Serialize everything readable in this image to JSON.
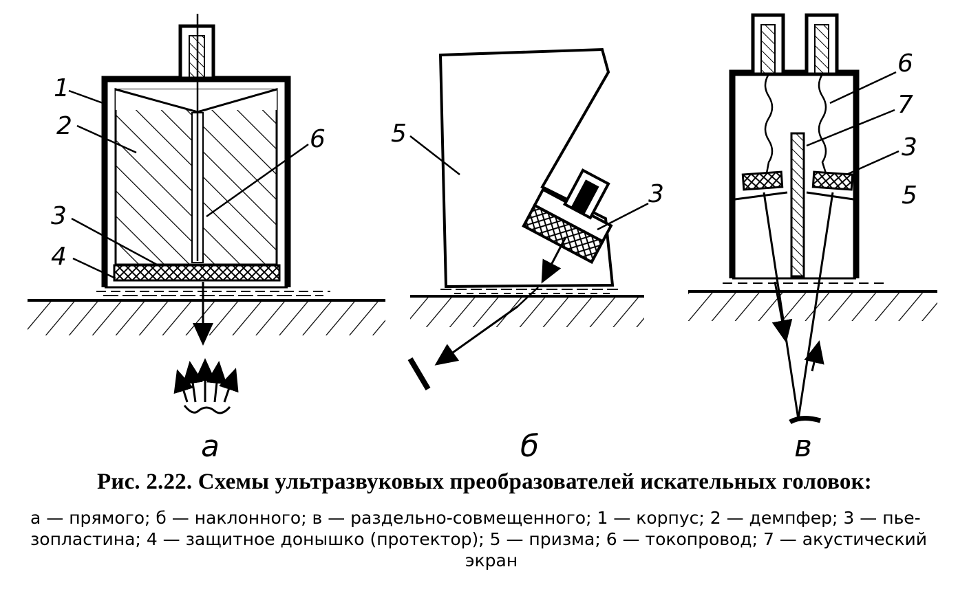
{
  "figure": {
    "part_labels": [
      "а",
      "б",
      "в"
    ],
    "callouts": {
      "a": [
        "1",
        "2",
        "6",
        "3",
        "4"
      ],
      "b": [
        "5",
        "3"
      ],
      "v": [
        "6",
        "7",
        "3",
        "5"
      ]
    }
  },
  "caption": {
    "title": "Рис. 2.22. Схемы ультразвуковых преобразователей искательных головок:",
    "line1": "а — прямого; б — наклонного; в — раздельно-совмещенного; 1 — корпус; 2 — демпфер; 3 — пье-",
    "line2": "зопластина; 4 — защитное донышко (протектор); 5 — призма; 6 — токопровод; 7 — акустический",
    "line3": "экран"
  }
}
